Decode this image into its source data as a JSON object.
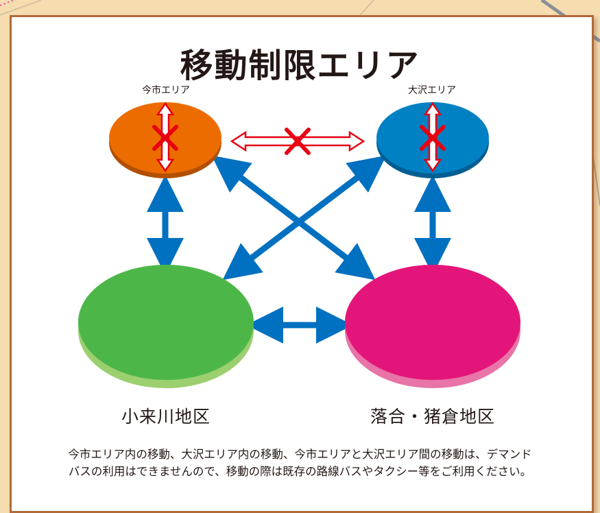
{
  "title": "移動制限エリア",
  "areas": {
    "imaichi": {
      "label": "今市エリア",
      "color": "#ec6c00"
    },
    "osawa": {
      "label": "大沢エリア",
      "color": "#0081c4"
    },
    "okorogawa": {
      "label": "小来川地区",
      "color": "#4cb748"
    },
    "ochiai": {
      "label": "落合・猪倉地区",
      "color": "#e4157a"
    }
  },
  "connections": {
    "allowed_color": "#0070c0",
    "blocked_color": "#e60012"
  },
  "note": {
    "line1": "今市エリア内の移動、大沢エリア内の移動、今市エリアと大沢エリア間の移動は、デマンド",
    "line2": "バスの利用はできませんので、移動の際は既存の路線バスやタクシー等をご利用ください。"
  }
}
